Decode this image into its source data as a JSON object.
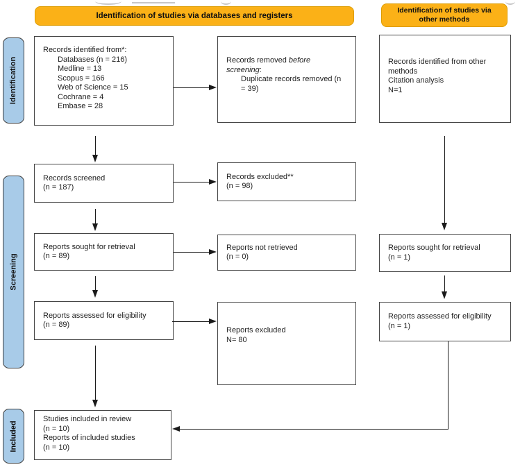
{
  "colors": {
    "gold": "#FBB117",
    "gold_border": "#DD9C00",
    "blue": "#A8CBE8",
    "blue_border": "#3F3F3F",
    "box_border": "#454545",
    "arrow": "#1A1A1A",
    "text": "#1F1F1F"
  },
  "headers": [
    {
      "id": "databases-registers",
      "label": "Identification of studies via databases and registers"
    },
    {
      "id": "other-methods",
      "label": "Identification of studies via other methods"
    }
  ],
  "side_labels": [
    {
      "id": "identification",
      "label": "Identification"
    },
    {
      "id": "screening",
      "label": "Screening"
    },
    {
      "id": "included",
      "label": "Included"
    }
  ],
  "boxes": [
    {
      "id": "records-identified",
      "lines": [
        {
          "runs": [
            {
              "t": "Records identified from*:"
            }
          ]
        },
        {
          "indent": 1,
          "runs": [
            {
              "t": "Databases (n = 216)"
            }
          ]
        },
        {
          "indent": 1,
          "runs": [
            {
              "t": "Medline = 13"
            }
          ]
        },
        {
          "indent": 1,
          "runs": [
            {
              "t": "Scopus = 166"
            }
          ]
        },
        {
          "indent": 1,
          "runs": [
            {
              "t": "Web of Science = 15"
            }
          ]
        },
        {
          "indent": 1,
          "runs": [
            {
              "t": "Cochrane = 4"
            }
          ]
        },
        {
          "indent": 1,
          "runs": [
            {
              "t": "Embase = 28"
            }
          ]
        }
      ]
    },
    {
      "id": "records-removed",
      "lines": [
        {
          "runs": [
            {
              "t": "Records removed "
            },
            {
              "t": "before",
              "i": true
            }
          ]
        },
        {
          "runs": [
            {
              "t": "screening",
              "i": true
            },
            {
              "t": ":"
            }
          ]
        },
        {
          "indent": 1,
          "runs": [
            {
              "t": "Duplicate records removed (n"
            }
          ]
        },
        {
          "indent": 1,
          "runs": [
            {
              "t": "= 39)"
            }
          ]
        }
      ]
    },
    {
      "id": "records-other-methods",
      "lines": [
        {
          "runs": [
            {
              "t": "Records identified from other"
            }
          ]
        },
        {
          "runs": [
            {
              "t": "methods"
            }
          ]
        },
        {
          "runs": [
            {
              "t": "Citation analysis"
            }
          ]
        },
        {
          "runs": [
            {
              "t": "N=1"
            }
          ]
        }
      ]
    },
    {
      "id": "records-screened",
      "lines": [
        {
          "runs": [
            {
              "t": "Records screened"
            }
          ]
        },
        {
          "runs": [
            {
              "t": "(n = 187)"
            }
          ]
        }
      ]
    },
    {
      "id": "records-excluded",
      "lines": [
        {
          "runs": [
            {
              "t": "Records excluded**"
            }
          ]
        },
        {
          "runs": [
            {
              "t": "(n = 98)"
            }
          ]
        }
      ]
    },
    {
      "id": "reports-sought",
      "lines": [
        {
          "runs": [
            {
              "t": "Reports sought for retrieval"
            }
          ]
        },
        {
          "runs": [
            {
              "t": "(n = 89)"
            }
          ]
        }
      ]
    },
    {
      "id": "reports-not-retrieved",
      "lines": [
        {
          "runs": [
            {
              "t": "Reports not retrieved"
            }
          ]
        },
        {
          "runs": [
            {
              "t": "(n = 0)"
            }
          ]
        }
      ]
    },
    {
      "id": "reports-sought-other",
      "lines": [
        {
          "runs": [
            {
              "t": "Reports sought for retrieval"
            }
          ]
        },
        {
          "runs": [
            {
              "t": "(n = 1)"
            }
          ]
        }
      ]
    },
    {
      "id": "reports-assessed",
      "lines": [
        {
          "runs": [
            {
              "t": "Reports assessed for eligibility"
            }
          ]
        },
        {
          "runs": [
            {
              "t": "(n = 89)"
            }
          ]
        }
      ]
    },
    {
      "id": "reports-excluded",
      "lines": [
        {
          "runs": [
            {
              "t": "Reports excluded"
            }
          ]
        },
        {
          "runs": [
            {
              "t": "N= 80"
            }
          ]
        }
      ]
    },
    {
      "id": "reports-assessed-other",
      "lines": [
        {
          "runs": [
            {
              "t": "Reports assessed for eligibility"
            }
          ]
        },
        {
          "runs": [
            {
              "t": "(n = 1)"
            }
          ]
        }
      ]
    },
    {
      "id": "studies-included",
      "lines": [
        {
          "runs": [
            {
              "t": "Studies included in review"
            }
          ]
        },
        {
          "runs": [
            {
              "t": "(n = 10)"
            }
          ]
        },
        {
          "runs": [
            {
              "t": "Reports of included studies"
            }
          ]
        },
        {
          "runs": [
            {
              "t": "(n = 10)"
            }
          ]
        }
      ]
    }
  ]
}
